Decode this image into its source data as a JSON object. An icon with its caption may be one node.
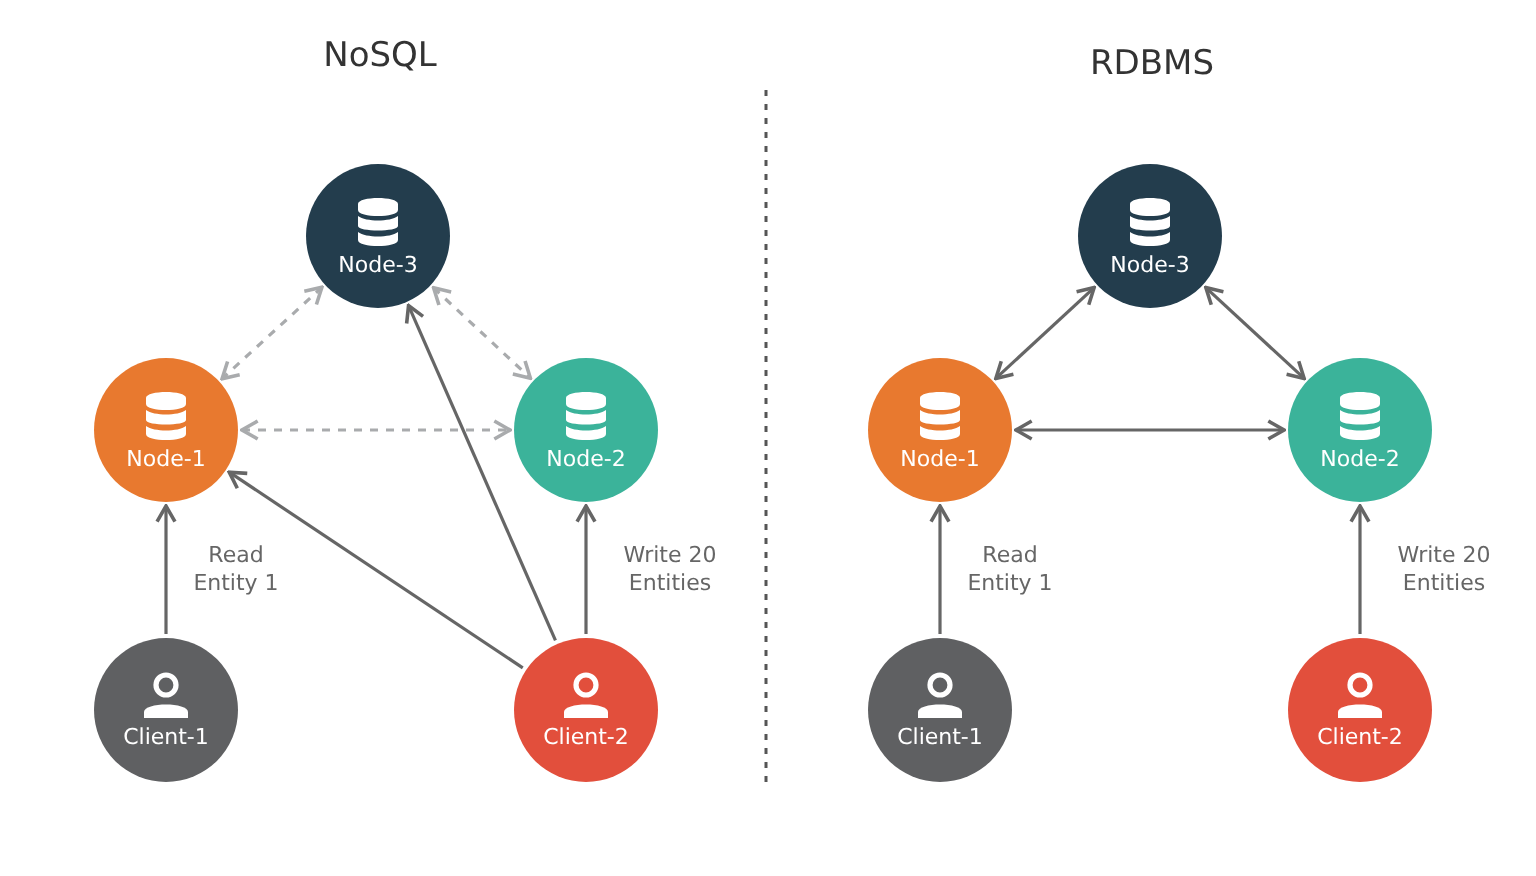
{
  "diagram": {
    "nodes": [
      {
        "text": [
          "Node-3"
        ]
      },
      {
        "text": [
          "Node-1"
        ]
      },
      {
        "text": [
          "Node-2"
        ]
      },
      {
        "text": [
          "Client-1"
        ]
      },
      {
        "text": [
          "Client-2"
        ]
      },
      {
        "text": [
          "Node-3"
        ]
      },
      {
        "text": [
          "Node-1"
        ]
      },
      {
        "text": [
          "Node-2"
        ]
      },
      {
        "text": [
          "Client-1"
        ]
      },
      {
        "text": [
          "Client-2"
        ]
      }
    ],
    "edges": [
      {
        "from": 0,
        "to": 1,
        "arrow": "both",
        "style": "dashed",
        "color": "#a9abad"
      },
      {
        "from": 0,
        "to": 2,
        "arrow": "both",
        "style": "dashed",
        "color": "#a9abad"
      },
      {
        "from": 1,
        "to": 2,
        "arrow": "both",
        "style": "dashed",
        "color": "#a9abad"
      },
      {
        "from": 3,
        "to": 1,
        "arrow": "to",
        "label": "Read Entity 1"
      },
      {
        "from": 4,
        "to": 2,
        "arrow": "to",
        "label": "Write 20 Entities"
      },
      {
        "from": 4,
        "to": 1,
        "arrow": "to"
      },
      {
        "from": 4,
        "to": 0,
        "arrow": "to"
      },
      {
        "from": 5,
        "to": 6,
        "arrow": "both"
      },
      {
        "from": 5,
        "to": 7,
        "arrow": "both"
      },
      {
        "from": 6,
        "to": 7,
        "arrow": "both"
      },
      {
        "from": 8,
        "to": 6,
        "arrow": "to",
        "label": "Read Entity 1"
      },
      {
        "from": 9,
        "to": 7,
        "arrow": "to",
        "label": "Write 20 Entities"
      }
    ],
    "labels": [
      "NoSQL",
      "RDBMS"
    ]
  }
}
